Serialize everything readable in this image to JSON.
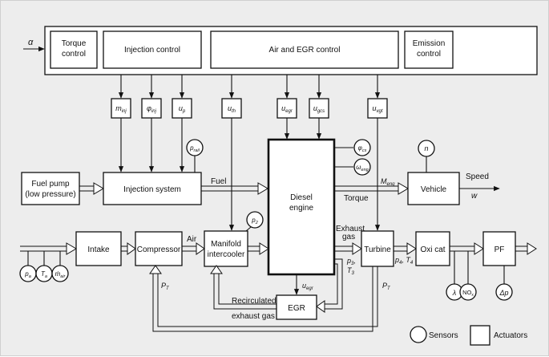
{
  "controller": {
    "alpha_input": "α",
    "torque": [
      "Torque",
      "control"
    ],
    "injection": "Injection control",
    "air_egr": "Air and EGR control",
    "emission": [
      "Emission",
      "control"
    ]
  },
  "actuator_signals": {
    "m_inj": [
      "m",
      "inj"
    ],
    "phi_inj": [
      "φ",
      "inj"
    ],
    "u_p": [
      "u",
      "p"
    ],
    "u_th": [
      "u",
      "th"
    ],
    "u_egr": [
      "u",
      "egr"
    ],
    "u_gcs": [
      "u",
      "gcs"
    ],
    "u_vgt": [
      "u",
      "vgt"
    ]
  },
  "sensors": {
    "p_rail": [
      "p",
      "rail"
    ],
    "phi_cs": [
      "φ",
      "cs"
    ],
    "omega_eng": [
      "ω",
      "eng"
    ],
    "n": "n",
    "p2": [
      "p",
      "2"
    ],
    "pa": [
      "p",
      "a"
    ],
    "ta": [
      "T",
      "a"
    ],
    "m_air": [
      "ṁ",
      "air"
    ],
    "lambda": "λ",
    "nox": [
      "NO",
      "x"
    ],
    "delta_p": "Δp"
  },
  "blocks": {
    "fuel_pump": [
      "Fuel pump",
      "(low pressure)"
    ],
    "injection_system": "Injection system",
    "diesel_engine": [
      "Diesel",
      "engine"
    ],
    "vehicle": "Vehicle",
    "intake": "Intake",
    "compressor": "Compressor",
    "manifold": [
      "Manifold",
      "intercooler"
    ],
    "turbine": "Turbine",
    "oxi_cat": "Oxi cat",
    "pf": "PF",
    "egr": "EGR"
  },
  "labels": {
    "fuel": "Fuel",
    "torque": "Torque",
    "m_eng": [
      "M",
      "eng"
    ],
    "speed": "Speed",
    "w": "w",
    "air": "Air",
    "exhaust_gas": [
      "Exhaust",
      "gas"
    ],
    "p3": [
      "p",
      "3"
    ],
    "t3": [
      "T",
      "3"
    ],
    "p4": [
      "p",
      "4"
    ],
    "t4": [
      "T",
      "4"
    ],
    "u_egr_below": [
      "u",
      "egr"
    ],
    "p_t_left": [
      "P",
      "T"
    ],
    "p_t_right": [
      "P",
      "T"
    ],
    "recirculated": "Recirculated",
    "exhaust_gas_egr": "exhaust gas"
  },
  "legend": {
    "sensors": "Sensors",
    "actuators": "Actuators"
  }
}
